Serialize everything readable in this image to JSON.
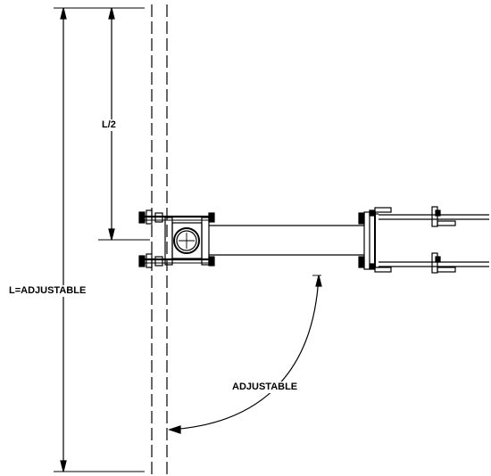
{
  "labels": {
    "half_length": "L/2",
    "total_length": "L=ADJUSTABLE",
    "angle": "ADJUSTABLE"
  },
  "colors": {
    "line": "#000000",
    "background": "#ffffff"
  }
}
